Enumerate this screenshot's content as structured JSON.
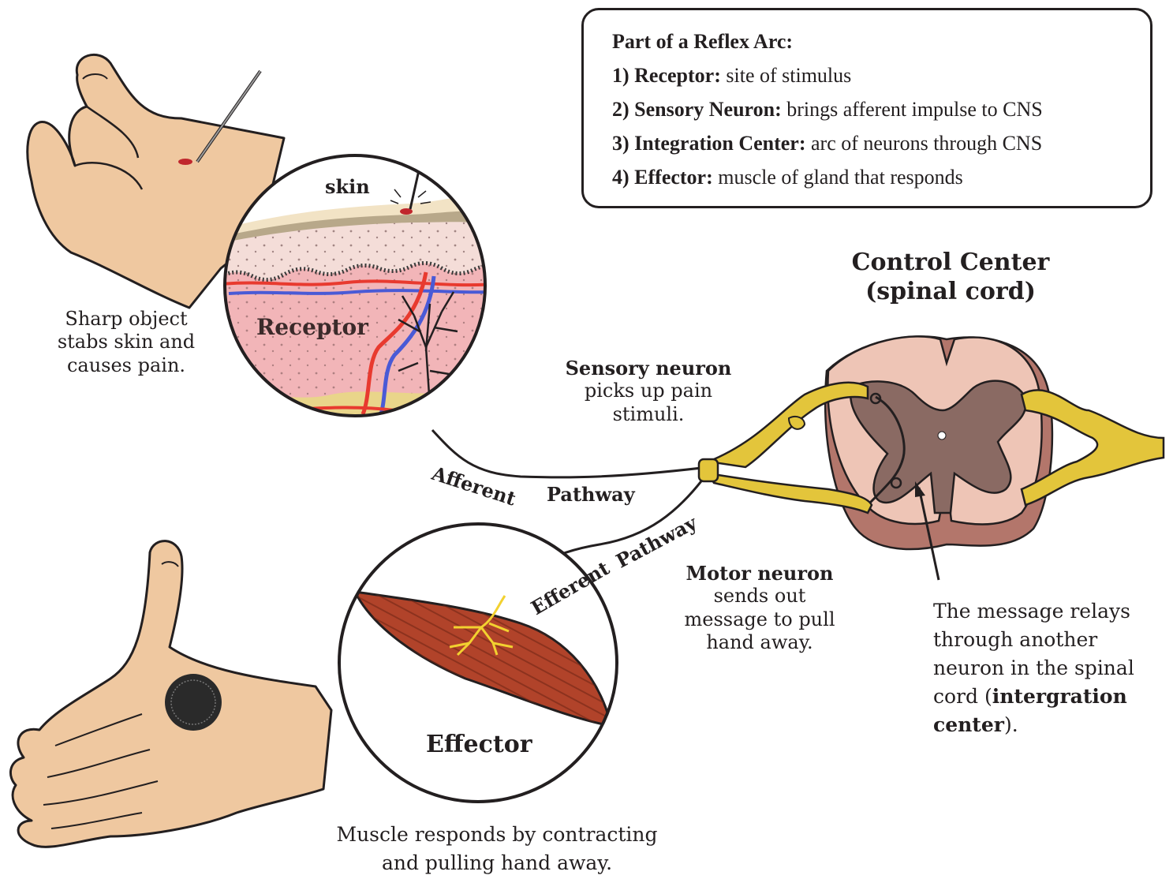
{
  "legend": {
    "title": "Part of a Reflex Arc:",
    "items": [
      {
        "term": "1) Receptor:",
        "desc": "site of stimulus"
      },
      {
        "term": "2) Sensory Neuron:",
        "desc": "brings afferent impulse to CNS"
      },
      {
        "term": "3) Integration Center:",
        "desc": "arc of neurons through CNS"
      },
      {
        "term": "4) Effector:",
        "desc": "muscle of gland that responds"
      }
    ]
  },
  "labels": {
    "skin": "skin",
    "receptor": "Receptor",
    "effector": "Effector",
    "sharp_object": [
      "Sharp object",
      "stabs skin and",
      "causes pain."
    ],
    "sensory_neuron_bold": "Sensory neuron",
    "sensory_neuron_text": [
      "picks up pain",
      "stimuli."
    ],
    "afferent": "Afferent",
    "pathway_afferent": "Pathway",
    "efferent": "Efferent",
    "pathway_efferent": "Pathway",
    "control_center": [
      "Control Center",
      "(spinal cord)"
    ],
    "motor_neuron_bold": "Motor neuron",
    "motor_neuron_text": [
      "sends out",
      "message to pull",
      "hand away."
    ],
    "relay_lines": [
      "The message relays",
      "through another",
      "neuron in the spinal"
    ],
    "relay_pre": "cord (",
    "relay_bold1": "intergration",
    "relay_bold2": "center",
    "relay_post": ").",
    "muscle_caption": [
      "Muscle responds by contracting",
      "and pulling hand away."
    ]
  }
}
